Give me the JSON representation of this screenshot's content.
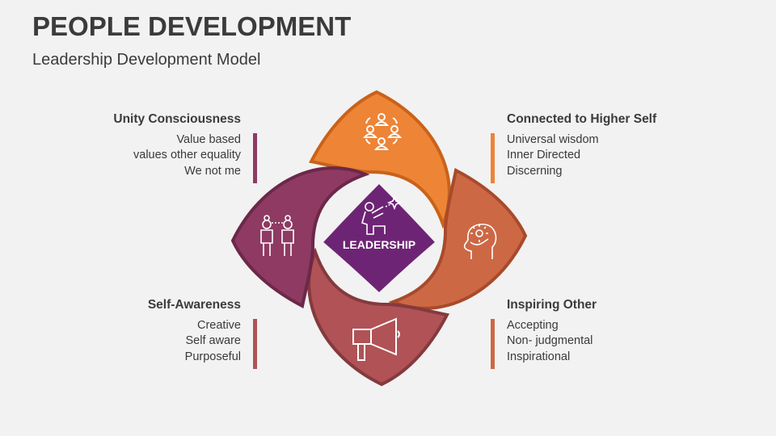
{
  "header": {
    "title": "PEOPLE DEVELOPMENT",
    "subtitle": "Leadership Development Model"
  },
  "center": {
    "label": "LEADERSHIP",
    "icon": "leader-pointing-icon"
  },
  "colors": {
    "top": "#ED8436",
    "right": "#CD6845",
    "bottom": "#B05256",
    "left": "#8E3A63",
    "center": "#6E2475"
  },
  "blocks": [
    {
      "title": "Unity Consciousness",
      "lines": [
        "Value based",
        "values other equality",
        "We not me"
      ],
      "icon": "two-people-connected-icon"
    },
    {
      "title": "Connected to Higher Self",
      "lines": [
        "Universal wisdom",
        "Inner Directed",
        "Discerning"
      ],
      "icon": "team-circle-icon"
    },
    {
      "title": "Self-Awareness",
      "lines": [
        "Creative",
        "Self aware",
        "Purposeful"
      ],
      "icon": "megaphone-icon"
    },
    {
      "title": "Inspiring Other",
      "lines": [
        "Accepting",
        "Non- judgmental",
        "Inspirational"
      ],
      "icon": "mind-hand-icon"
    }
  ]
}
